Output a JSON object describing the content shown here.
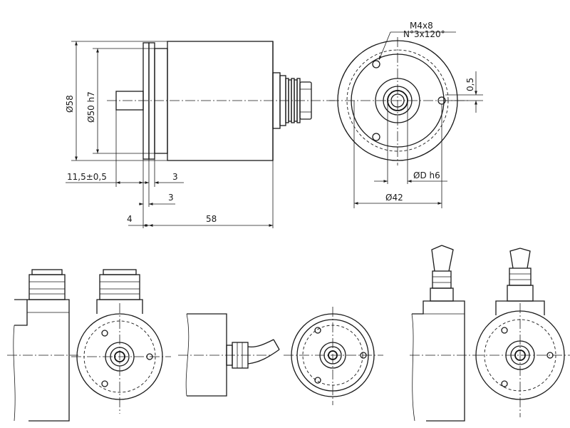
{
  "dimensions": {
    "d58": "Ø58",
    "d50h7": "Ø50 h7",
    "shaft_len": "11,5±0,5",
    "flange3a": "3",
    "flange3b": "3",
    "face4": "4",
    "body58": "58",
    "d42": "Ø42",
    "dDh6": "ØD h6",
    "offset05": "0,5",
    "thread": "M4x8",
    "thread_pattern": "N°3x120°"
  },
  "colors": {
    "line": "#1a1a1a",
    "background": "#ffffff"
  }
}
